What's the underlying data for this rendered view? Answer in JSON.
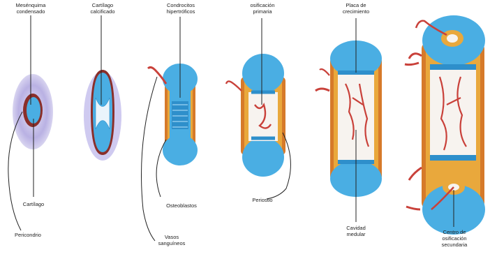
{
  "labels": {
    "mesenquima": "Mesénquima\ncondensado",
    "cartilago_calcificado": "Cartílago\ncalcificado",
    "condrocitos": "Condrocitos\nhipertróficos",
    "osificacion_primaria": "osificación\nprimaria",
    "placa_crecimiento": "Placa de\ncrecimiento",
    "cartilago": "Cartílago",
    "pericondrio": "Pericondrio",
    "osteoblastos": "Osteoblastos",
    "vasos": "Vasos\nsanguíneos",
    "periostio": "Periostio",
    "cavidad": "Cavidad\nmedular",
    "centro_secundario": "Centro de\nosificación\nsecundaria"
  },
  "colors": {
    "cartilage": "#4aaee3",
    "cartilage_dark": "#2e8fcb",
    "bone": "#e9a83c",
    "bone_dark": "#d67a2a",
    "vessel": "#c9413a",
    "marrow": "#f7f3ef",
    "mesenchyme": "#c9c3e8",
    "perichondrium": "#b04a3a"
  }
}
